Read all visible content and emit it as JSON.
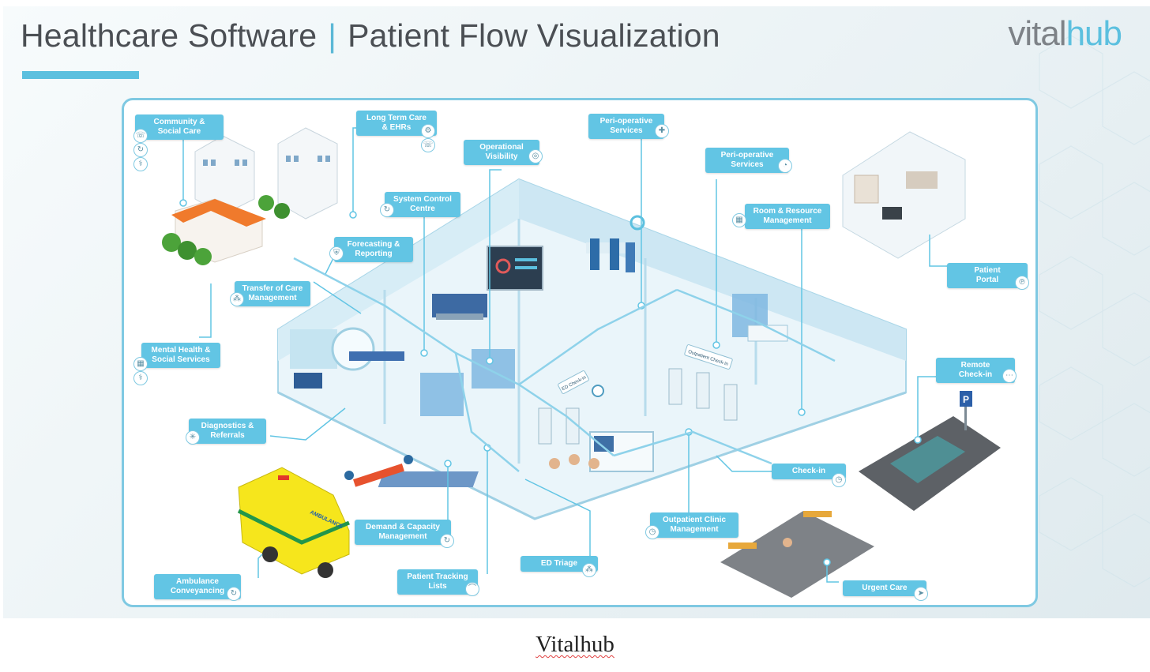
{
  "header": {
    "title_left": "Healthcare Software",
    "separator": "|",
    "title_right": "Patient Flow Visualization"
  },
  "logo": {
    "part1": "vital",
    "part2": "hub"
  },
  "labels": {
    "community": "Community &\nSocial Care",
    "long_term": "Long Term Care\n& EHRs",
    "operational": "Operational\nVisibility",
    "periop_top": "Peri-operative\nServices",
    "periop_right": "Peri-operative\nServices",
    "system_control": "System Control\nCentre",
    "room_resource": "Room & Resource\nManagement",
    "forecasting": "Forecasting &\nReporting",
    "transfer": "Transfer of Care\nManagement",
    "patient_portal": "Patient\nPortal",
    "mental_health": "Mental Health &\nSocial Services",
    "remote_checkin": "Remote\nCheck-in",
    "diagnostics": "Diagnostics &\nReferrals",
    "checkin": "Check-in",
    "outpatient": "Outpatient Clinic\nManagement",
    "demand": "Demand & Capacity\nManagement",
    "ed_triage": "ED Triage",
    "ambulance": "Ambulance\nConveyancing",
    "tracking": "Patient Tracking\nLists",
    "urgent": "Urgent Care"
  },
  "signs": {
    "ed_checkin": "ED Check-in",
    "outpatient_checkin": "Outpatient Check-in",
    "ambulance_text": "AMBULANCE",
    "parking": "P"
  },
  "icons": [
    "gear-icon",
    "phone-icon",
    "stethoscope-icon",
    "target-icon",
    "plus-icon",
    "shield-icon",
    "chart-icon",
    "refresh-icon",
    "qr-icon",
    "clock-icon",
    "dots-icon",
    "location-icon",
    "send-icon",
    "link-icon"
  ],
  "colors": {
    "accent": "#62c5e4",
    "title_gray": "#4b4f54",
    "logo_gray": "#7d8287"
  },
  "footer": {
    "caption": "Vitalhub"
  }
}
